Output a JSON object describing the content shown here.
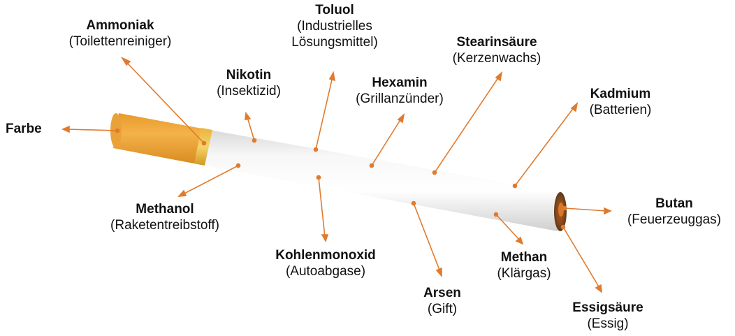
{
  "accent_color": "#e07b2e",
  "labels": {
    "ammoniak": {
      "name": "Ammoniak",
      "desc": "(Toilettenreiniger)"
    },
    "toluol": {
      "name": "Toluol",
      "desc": "(Industrielles Lösungsmittel)"
    },
    "stearinsaeure": {
      "name": "Stearinsäure",
      "desc": "(Kerzenwachs)"
    },
    "nikotin": {
      "name": "Nikotin",
      "desc": "(Insektizid)"
    },
    "hexamin": {
      "name": "Hexamin",
      "desc": "(Grillanzünder)"
    },
    "kadmium": {
      "name": "Kadmium",
      "desc": "(Batterien)"
    },
    "farbe": {
      "name": "Farbe",
      "desc": ""
    },
    "methanol": {
      "name": "Methanol",
      "desc": "(Raketentreibstoff)"
    },
    "butan": {
      "name": "Butan",
      "desc": "(Feuerzeuggas)"
    },
    "kohlenmonoxid": {
      "name": "Kohlenmonoxid",
      "desc": "(Autoabgase)"
    },
    "methan": {
      "name": "Methan",
      "desc": "(Klärgas)"
    },
    "arsen": {
      "name": "Arsen",
      "desc": "(Gift)"
    },
    "essigsaeure": {
      "name": "Essigsäure",
      "desc": "(Essig)"
    }
  }
}
